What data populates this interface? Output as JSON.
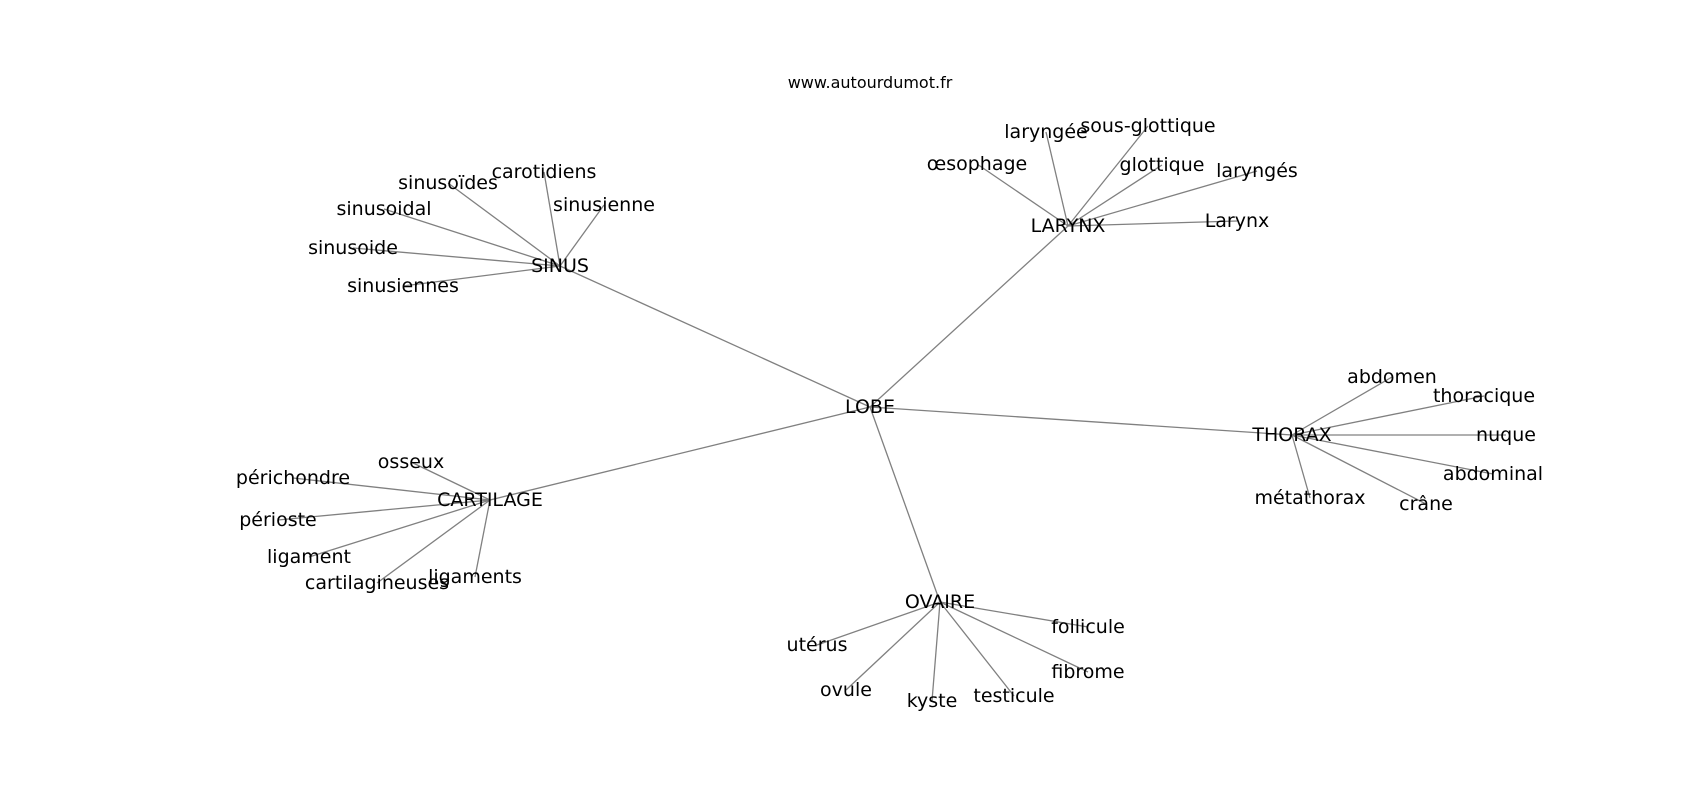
{
  "header": {
    "source": "www.autourdumot.fr"
  },
  "graph": {
    "center": "LOBE",
    "groups": [
      {
        "hub": "SINUS",
        "leaves": [
          "sinusoïdes",
          "carotidiens",
          "sinusoidal",
          "sinusienne",
          "sinusoide",
          "sinusiennes"
        ]
      },
      {
        "hub": "LARYNX",
        "leaves": [
          "laryngée",
          "sous-glottique",
          "œsophage",
          "glottique",
          "laryngés",
          "Larynx"
        ]
      },
      {
        "hub": "THORAX",
        "leaves": [
          "abdomen",
          "thoracique",
          "nuque",
          "abdominal",
          "métathorax",
          "crâne"
        ]
      },
      {
        "hub": "CARTILAGE",
        "leaves": [
          "osseux",
          "périchondre",
          "périoste",
          "ligament",
          "cartilagineuses",
          "ligaments"
        ]
      },
      {
        "hub": "OVAIRE",
        "leaves": [
          "follicule",
          "utérus",
          "fibrome",
          "ovule",
          "kyste",
          "testicule"
        ]
      }
    ]
  }
}
